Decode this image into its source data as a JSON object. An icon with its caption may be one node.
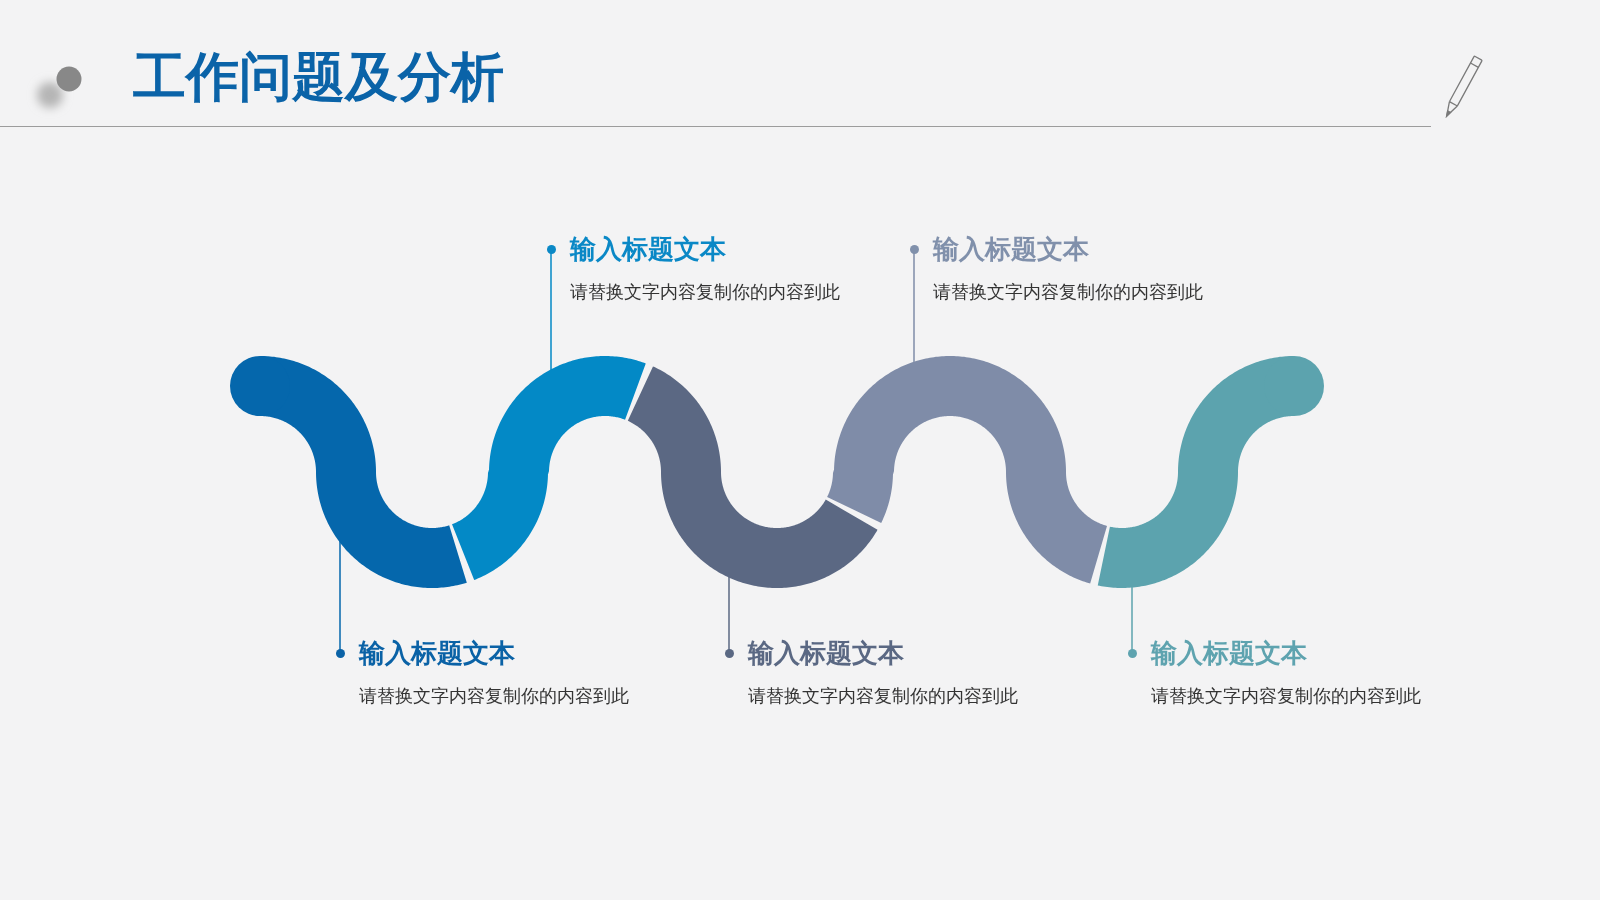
{
  "diagram": {
    "title": "工作问题及分析",
    "nodes": [
      {
        "text": [
          "输入标题文本",
          "请替换文字内容复制你的内容到此"
        ]
      },
      {
        "text": [
          "输入标题文本",
          "请替换文字内容复制你的内容到此"
        ]
      },
      {
        "text": [
          "输入标题文本",
          "请替换文字内容复制你的内容到此"
        ]
      },
      {
        "text": [
          "输入标题文本",
          "请替换文字内容复制你的内容到此"
        ]
      },
      {
        "text": [
          "输入标题文本",
          "请替换文字内容复制你的内容到此"
        ]
      },
      {
        "text": [],
        "shape": "band"
      },
      {
        "text": [],
        "shape": "band"
      },
      {
        "text": [],
        "shape": "band"
      },
      {
        "text": [],
        "shape": "band"
      },
      {
        "text": [],
        "shape": "band"
      }
    ],
    "edges": [
      {
        "from": 0,
        "to": 5,
        "arrow": "none",
        "color": "#0567ac"
      },
      {
        "from": 1,
        "to": 6,
        "arrow": "none",
        "color": "#0389c6"
      },
      {
        "from": 2,
        "to": 7,
        "arrow": "none",
        "color": "#5b6883"
      },
      {
        "from": 3,
        "to": 8,
        "arrow": "none",
        "color": "#7f8ca8"
      },
      {
        "from": 4,
        "to": 9,
        "arrow": "none",
        "color": "#5ca3ae"
      }
    ]
  }
}
